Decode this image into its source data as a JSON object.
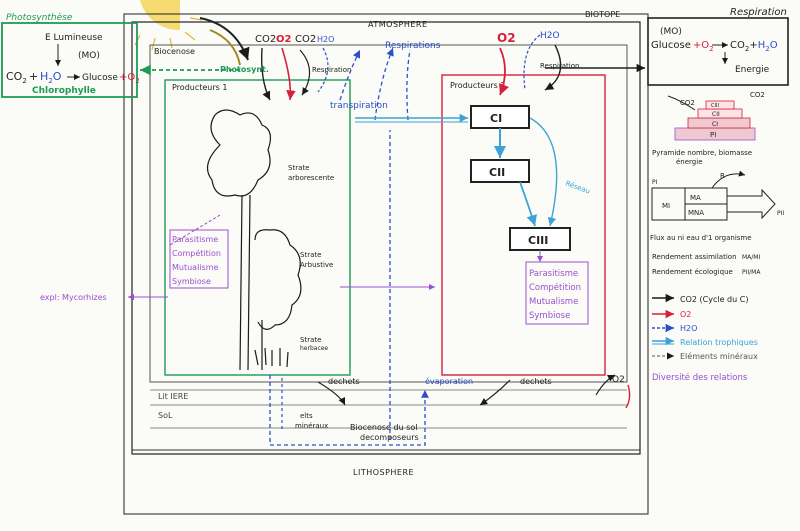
{
  "colors": {
    "black": "#1a1a1a",
    "red": "#d8203a",
    "blue": "#2b4fc9",
    "cyan": "#3ba3d8",
    "violet": "#9b4fd0",
    "green": "#1e9a55",
    "gray": "#777777",
    "sun": "#f3d55a"
  },
  "photosynthese": {
    "title": "Photosynthèse",
    "light": "E Lumineuse",
    "mo": "(MO)",
    "co2": "CO",
    "co2_sub": "2",
    "plus": "+",
    "h2o": "H",
    "h2o_sub": "2",
    "h2o_o": "O",
    "glucose": "Glucose",
    "o2": "O",
    "o2_sub": "2",
    "chloro": "Chlorophylle"
  },
  "respiration": {
    "title": "Respiration",
    "mo": "(MO)",
    "glucose": "Glucose",
    "plus": "+",
    "o2": "O",
    "o2_sub": "2",
    "co2": "CO",
    "co2_sub": "2",
    "plus2": "+",
    "h2o": "H",
    "h2o_sub": "2",
    "h2o_o": "O",
    "energie": "Energie"
  },
  "labels": {
    "biotope": "BIOTOPE",
    "atmosphere": "ATMOSPHERE",
    "biocenose": "Biocenose",
    "producteurs1": "Producteurs 1",
    "producteurs2": "Producteurs 2",
    "photosynt": "Photosynt.",
    "respiration_label": "Respiration",
    "respirations": "Respirations",
    "transpiration": "transpiration",
    "respiration_right": "Respiration",
    "co2_a": "CO2",
    "o2_a": "O2",
    "co2_b": "CO2",
    "h2o_a": "H2O",
    "o2_b": "O2",
    "h2o_b": "H2O",
    "strate_arbo_1": "Strate",
    "strate_arbo_2": "arborescente",
    "strate_arbu_1": "Strate",
    "strate_arbu_2": "Arbustive",
    "strate_herb_1": "Strate",
    "strate_herb_2": "herbacee",
    "dechets_left": "dechets",
    "dechets_right": "dechets",
    "evaporation": "évaporation",
    "litiere": "Lit IERE",
    "sol": "SoL",
    "elts_1": "elts",
    "elts_2": "minéraux",
    "biocenose_sol_1": "Biocenose du sol",
    "biocenose_sol_2": "decomposeurs",
    "lithosphere": "LITHOSPHERE",
    "c1": "CI",
    "c2": "CII",
    "c3": "CIII",
    "reseau": "Réseau",
    "rel_left": [
      "Parasitisme",
      "Compétition",
      "Mutualisme",
      "Symbiose"
    ],
    "rel_right": [
      "Parasitisme",
      "Compétition",
      "Mutualisme",
      "Symbiose"
    ],
    "expl": "expl: Mycorhizes",
    "o2_bottom": "O2"
  },
  "pyramid": {
    "levels": [
      "PI",
      "CI",
      "CII",
      "CIII"
    ],
    "label_1": "Pyramide nombre, biomasse",
    "label_2": "énergie",
    "co2_left": "CO2",
    "co2_right": "CO2"
  },
  "energy_flow": {
    "mi": "MI",
    "ma": "MA",
    "mna": "MNA",
    "r": "R",
    "pi": "PI",
    "pii": "PII",
    "caption": "Flux au ni    eau d'1 organisme"
  },
  "rendement": {
    "assim": "Rendement assimilation",
    "assim_ratio": "MA/MI",
    "eco": "Rendement écologique",
    "eco_ratio": "PII/MA"
  },
  "legend": [
    {
      "label": "CO2 (Cycle du C)",
      "color": "#1a1a1a",
      "style": "solid"
    },
    {
      "label": "O2",
      "color": "#d8203a",
      "style": "solid"
    },
    {
      "label": "H2O",
      "color": "#2b4fc9",
      "style": "dashed"
    },
    {
      "label": "Relation trophiques",
      "color": "#3ba3d8",
      "style": "double"
    },
    {
      "label": "Eléments minéraux",
      "color": "#777777",
      "style": "dashed"
    }
  ],
  "legend_footer": "Diversité des relations"
}
